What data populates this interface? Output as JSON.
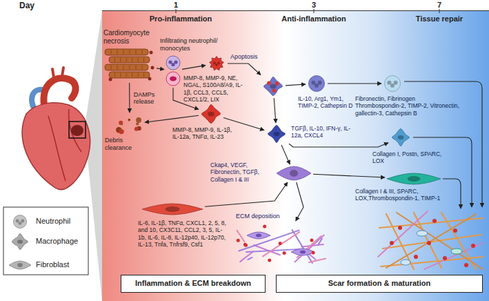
{
  "diagram": {
    "nodes": [
      {
        "text": [
          "Cardiomyocyte necrosis"
        ]
      },
      {
        "text": [
          "Infiltrating neutrophil/ monocytes"
        ]
      },
      {
        "text": [
          "MMP-8, MMP-9, NE, NGAL, S100A8/A9, IL-1β, CCL3, CCL5, CXCL1/2, LIX"
        ]
      },
      {
        "text": [
          "Debris clearance"
        ]
      },
      {
        "text": [
          "MMP-8, MMP-9, IL-1β, IL-12a, TNFα, IL-23"
        ]
      },
      {
        "text": [
          "IL-6, IL-1β, TNFα, CXCL1, 2, 5, 8, and 10, CX3C11, CCL2, 3, 5, IL-1b, IL-6, IL-8, IL-12p40, IL-12p70, IL-13, Tnfa, Tnfrsf9, Csf1"
        ]
      },
      {
        "text": [
          "Apoptosis"
        ]
      },
      {
        "text": [
          "IL-10, Arg1, Ym1, TIMP-2, Cathepsin D"
        ]
      },
      {
        "text": [
          "TGFβ, IL-10, IFN-γ, IL-12a, CXCL4"
        ]
      },
      {
        "text": [
          "Ckap4, VEGF, Fibronectin, TGFβ, Collagen I & III"
        ]
      },
      {
        "text": [
          "ECM deposition"
        ]
      },
      {
        "text": [
          "Fibronectin, Fibrinogen Thrombospondin-2, TIMP-2, Vitronectin, gallectin-3, Cathepsin B"
        ]
      },
      {
        "text": [
          "Collagen I, Postn, SPARC, LOX"
        ]
      },
      {
        "text": [
          "Collagen I & III, SPARC, LOX,Thrombospondin-1, TIMP-1"
        ]
      },
      {
        "text": [
          "Inflammation & ECM breakdown"
        ]
      },
      {
        "text": [
          "Scar formation & maturation"
        ]
      }
    ],
    "edges": [
      {
        "from": 0,
        "to": 1,
        "arrow": "to"
      },
      {
        "from": 0,
        "to": 3,
        "label": "DAMPs release",
        "arrow": "to"
      },
      {
        "from": 1,
        "to": 2,
        "arrow": "to"
      },
      {
        "from": 1,
        "to": 4,
        "arrow": "to"
      },
      {
        "from": 2,
        "to": 6,
        "arrow": "to"
      },
      {
        "from": 4,
        "to": 3,
        "arrow": "to"
      },
      {
        "from": 4,
        "to": 8,
        "arrow": "to"
      },
      {
        "from": 6,
        "to": 7,
        "arrow": "to"
      },
      {
        "from": 6,
        "to": 8,
        "arrow": "to"
      },
      {
        "from": 8,
        "to": 9,
        "arrow": "to"
      },
      {
        "from": 5,
        "to": 9,
        "arrow": "to"
      },
      {
        "from": 9,
        "to": 10,
        "arrow": "to"
      },
      {
        "from": 7,
        "to": 11,
        "arrow": "to"
      },
      {
        "from": 8,
        "to": 12,
        "arrow": "to"
      },
      {
        "from": 9,
        "to": 13,
        "arrow": "to"
      }
    ],
    "labels": [
      "Day",
      "1",
      "3",
      "7",
      "Pro-inflammation",
      "Anti-inflammation",
      "Tissue repair"
    ],
    "legend": [
      {
        "text": "Neutrophil"
      },
      {
        "text": "Macrophage"
      },
      {
        "text": "Fibroblast"
      }
    ]
  }
}
